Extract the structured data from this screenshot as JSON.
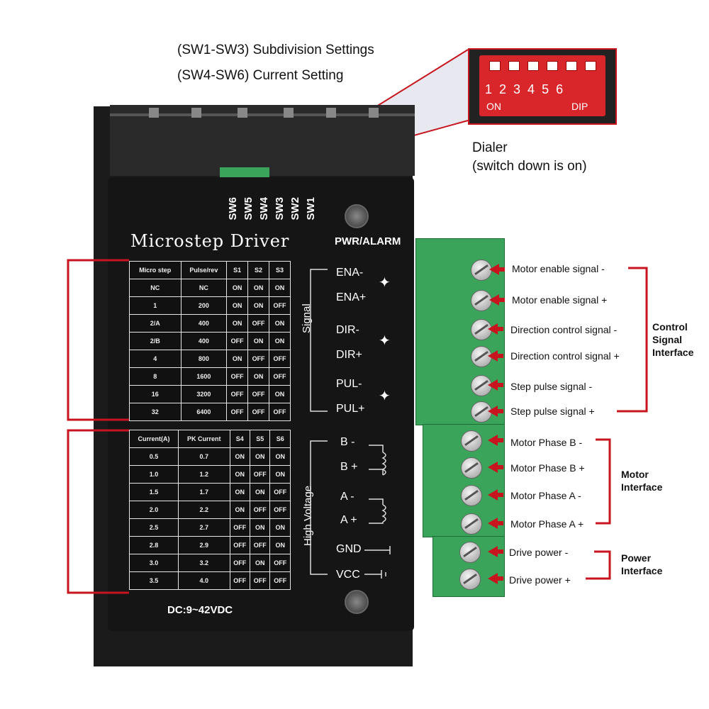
{
  "header": {
    "line1": "(SW1-SW3) Subdivision Settings",
    "line2": "(SW4-SW6) Current Setting"
  },
  "dip": {
    "numbers": [
      "1",
      "2",
      "3",
      "4",
      "5",
      "6"
    ],
    "on_label": "ON",
    "dip_label": "DIP",
    "dialer_title": "Dialer",
    "dialer_note": "(switch down is on)"
  },
  "driver": {
    "title": "Microstep Driver",
    "pwr_alarm": "PWR/ALARM",
    "switch_labels": [
      "SW6",
      "SW5",
      "SW4",
      "SW3",
      "SW2",
      "SW1"
    ],
    "dc_label": "DC:9~42VDC",
    "signal_label": "Signal",
    "high_voltage_label": "High Voltage",
    "terminals": [
      "ENA-",
      "ENA+",
      "DIR-",
      "DIR+",
      "PUL-",
      "PUL+",
      "B -",
      "B +",
      "A -",
      "A +",
      "GND",
      "VCC"
    ]
  },
  "microstep_table": {
    "headers": [
      "Micro step",
      "Pulse/rev",
      "S1",
      "S2",
      "S3"
    ],
    "rows": [
      [
        "NC",
        "NC",
        "ON",
        "ON",
        "ON"
      ],
      [
        "1",
        "200",
        "ON",
        "ON",
        "OFF"
      ],
      [
        "2/A",
        "400",
        "ON",
        "OFF",
        "ON"
      ],
      [
        "2/B",
        "400",
        "OFF",
        "ON",
        "ON"
      ],
      [
        "4",
        "800",
        "ON",
        "OFF",
        "OFF"
      ],
      [
        "8",
        "1600",
        "OFF",
        "ON",
        "OFF"
      ],
      [
        "16",
        "3200",
        "OFF",
        "OFF",
        "ON"
      ],
      [
        "32",
        "6400",
        "OFF",
        "OFF",
        "OFF"
      ]
    ]
  },
  "current_table": {
    "headers": [
      "Current(A)",
      "PK Current",
      "S4",
      "S5",
      "S6"
    ],
    "rows": [
      [
        "0.5",
        "0.7",
        "ON",
        "ON",
        "ON"
      ],
      [
        "1.0",
        "1.2",
        "ON",
        "OFF",
        "ON"
      ],
      [
        "1.5",
        "1.7",
        "ON",
        "ON",
        "OFF"
      ],
      [
        "2.0",
        "2.2",
        "ON",
        "OFF",
        "OFF"
      ],
      [
        "2.5",
        "2.7",
        "OFF",
        "ON",
        "ON"
      ],
      [
        "2.8",
        "2.9",
        "OFF",
        "OFF",
        "ON"
      ],
      [
        "3.0",
        "3.2",
        "OFF",
        "ON",
        "OFF"
      ],
      [
        "3.5",
        "4.0",
        "OFF",
        "OFF",
        "OFF"
      ]
    ]
  },
  "wires": [
    "Motor enable signal -",
    "Motor enable signal +",
    "Direction control signal -",
    "Direction control signal +",
    "Step pulse signal -",
    "Step pulse signal +",
    "Motor Phase B -",
    "Motor Phase B +",
    "Motor Phase A -",
    "Motor Phase A +",
    "Drive power -",
    "Drive power +"
  ],
  "groups": {
    "control": [
      "Control",
      "Signal",
      "Interface"
    ],
    "motor": [
      "Motor",
      "Interface"
    ],
    "power": [
      "Power",
      "Interface"
    ]
  },
  "colors": {
    "accent_red": "#c8141e",
    "terminal_green": "#3aa55a",
    "panel_black": "#151515"
  }
}
